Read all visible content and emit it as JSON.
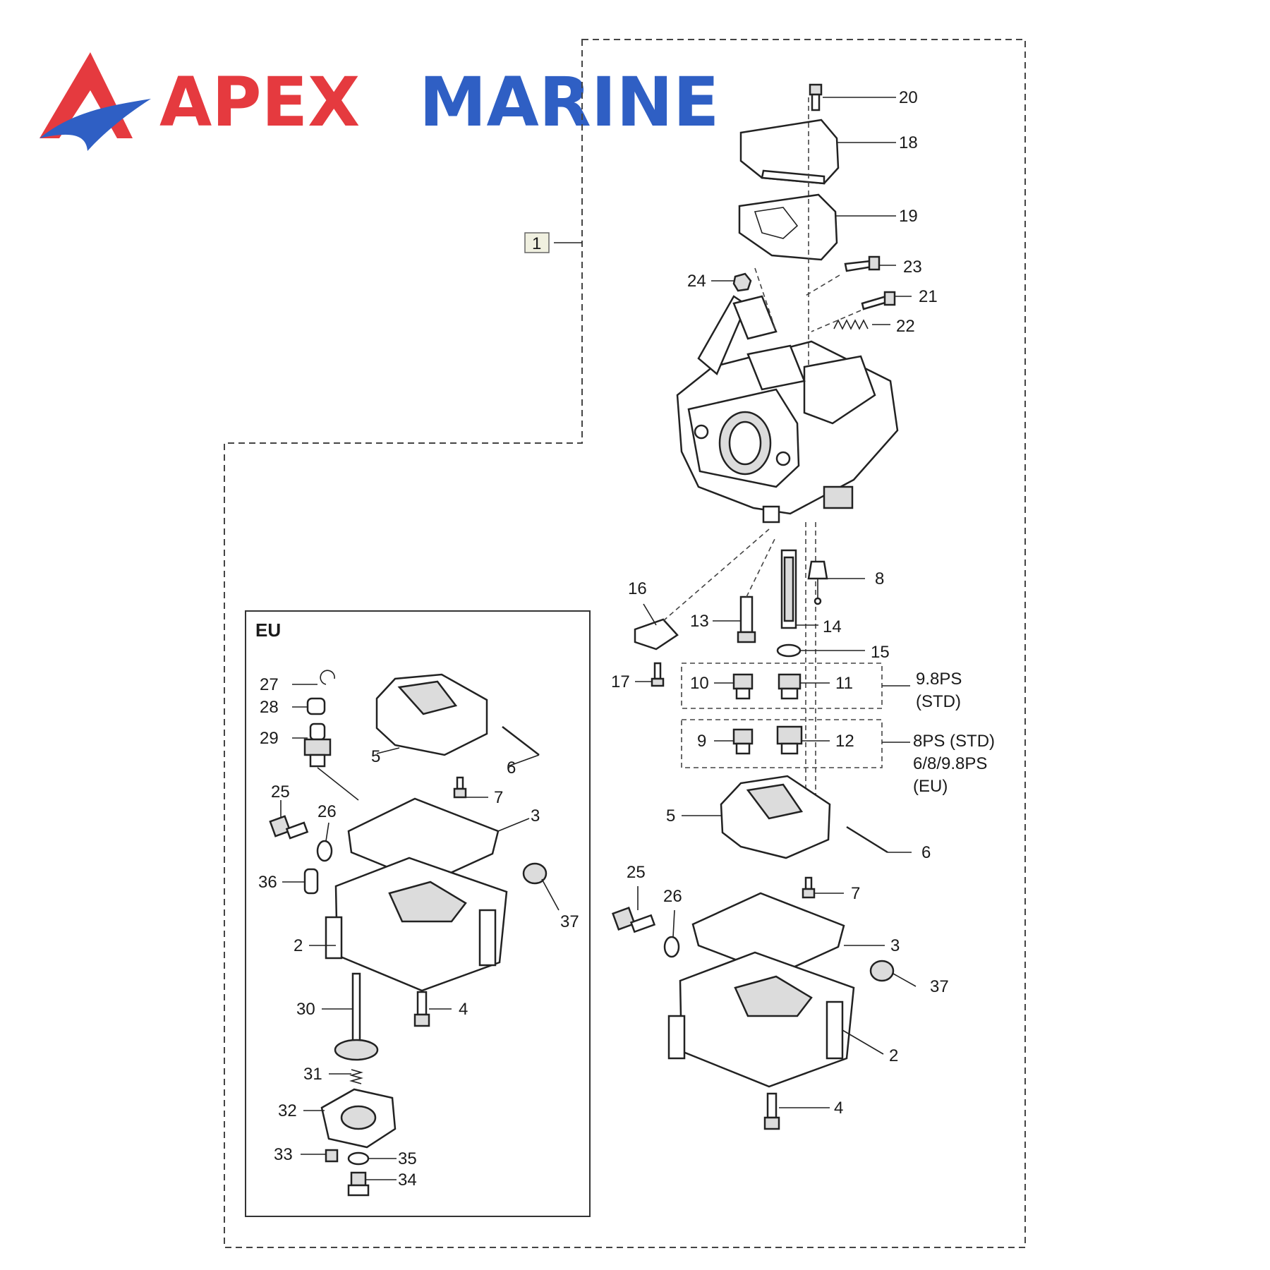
{
  "brand": {
    "word1": "APEX",
    "word2": "MARINE",
    "color_red": "#e53a3f",
    "color_blue": "#2f5fc4"
  },
  "diagram": {
    "assembly_ref": "1",
    "eu_inset_title": "EU",
    "notes": {
      "std_98": [
        "9.8PS",
        "(STD)"
      ],
      "std_8_eu": [
        "8PS (STD)",
        "6/8/9.8PS",
        "(EU)"
      ]
    },
    "callouts_main": [
      "20",
      "18",
      "19",
      "23",
      "24",
      "21",
      "22",
      "8",
      "16",
      "13",
      "14",
      "15",
      "17",
      "10",
      "11",
      "9",
      "12",
      "5",
      "6",
      "7",
      "25",
      "26",
      "3",
      "37",
      "2",
      "4"
    ],
    "callouts_eu": [
      "27",
      "28",
      "29",
      "5",
      "6",
      "7",
      "25",
      "26",
      "3",
      "36",
      "37",
      "2",
      "30",
      "4",
      "31",
      "32",
      "33",
      "35",
      "34"
    ]
  }
}
